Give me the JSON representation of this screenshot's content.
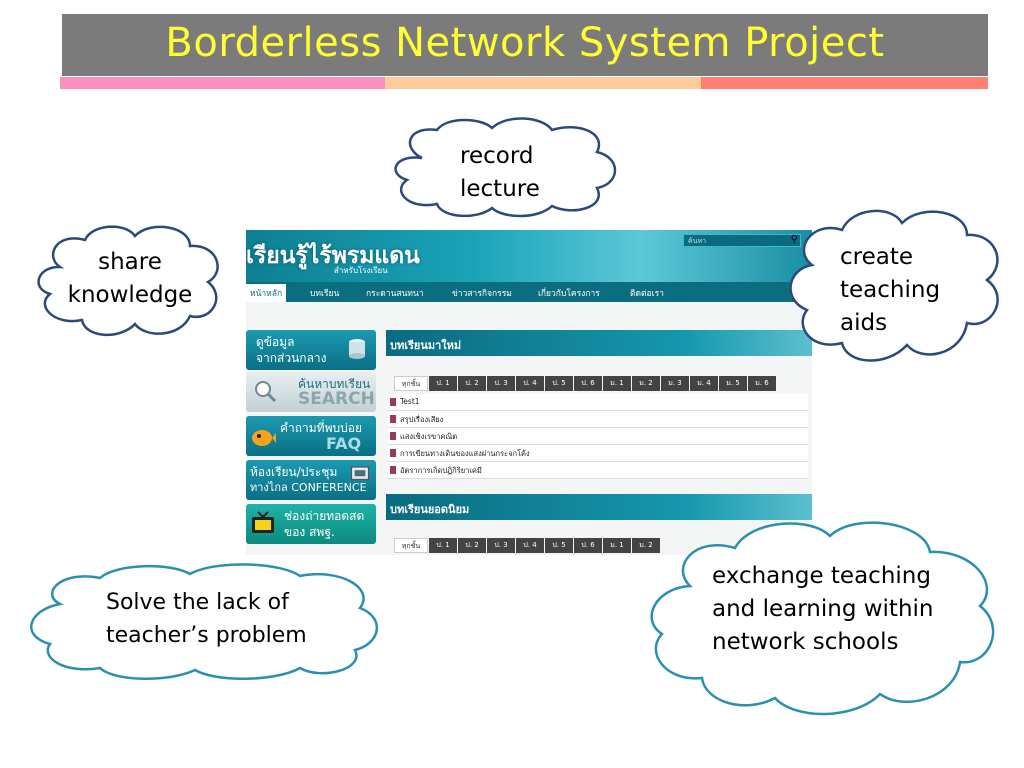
{
  "slide": {
    "title": "Borderless Network System Project",
    "title_color": "#ffff33",
    "title_bar_color": "#7b7b7b",
    "stripe_colors": [
      "#ff8fbf",
      "#ffcc99",
      "#ff7f73"
    ]
  },
  "clouds": {
    "record": [
      "record",
      "lecture"
    ],
    "share": [
      "share",
      "knowledge"
    ],
    "create": [
      "create",
      "teaching",
      "aids"
    ],
    "solve": [
      "Solve the lack of",
      "teacher’s problem"
    ],
    "exchange": [
      "exchange teaching",
      "and learning within",
      "network schools"
    ]
  },
  "website": {
    "logo": "เรียนรู้ไร้พรมแดน",
    "logo_sub": "สำหรับโรงเรียน",
    "search_placeholder": "ค้นหา",
    "nav": [
      "หน้าหลัก",
      "บทเรียน",
      "กระดานสนทนา",
      "ข่าวสารกิจกรรม",
      "เกี่ยวกับโครงการ",
      "ติดต่อเรา"
    ],
    "side_buttons": [
      {
        "lines": [
          "ดูข้อมูล",
          "จากส่วนกลาง"
        ],
        "icon": "database-icon"
      },
      {
        "lines": [
          "ค้นหาบทเรียน",
          "SEARCH"
        ],
        "icon": "magnifier-icon"
      },
      {
        "lines": [
          "คำถามที่พบบ่อย",
          "FAQ"
        ],
        "icon": "fish-icon"
      },
      {
        "lines": [
          "ห้องเรียน/ประชุม",
          "ทางไกล CONFERENCE"
        ],
        "icon": "video-conference-icon"
      },
      {
        "lines": [
          "ช่องถ่ายทอดสด",
          "ของ สพฐ."
        ],
        "icon": "tv-icon"
      }
    ],
    "new_lessons_title": "บทเรียนมาใหม่",
    "popular_lessons_title": "บทเรียนยอดนิยม",
    "tabs": [
      "ทุกชั้น",
      "ป. 1",
      "ป. 2",
      "ป. 3",
      "ป. 4",
      "ป. 5",
      "ป. 6",
      "ม. 1",
      "ม. 2",
      "ม. 3",
      "ม. 4",
      "ม. 5",
      "ม. 6"
    ],
    "lessons": [
      "Test1",
      "สรุปเรื่องเสียง",
      "แสงเชิงเรขาคณิต",
      "การเขียนทางเดินของแสงผ่านกระจกโค้ง",
      "อัตราการเกิดปฏิกิริยาเคมี"
    ]
  }
}
